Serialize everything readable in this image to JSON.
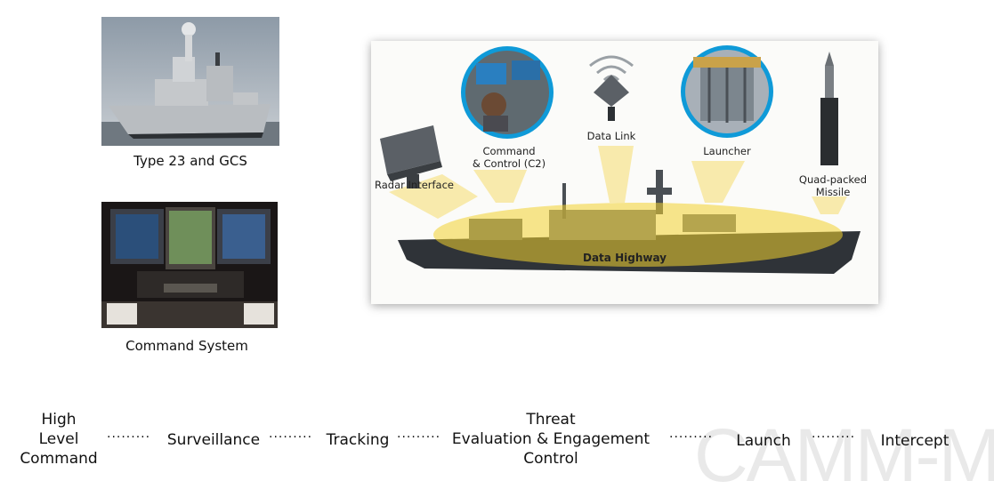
{
  "photos": {
    "ship_caption": "Type 23 and GCS",
    "console_caption": "Command System"
  },
  "diagram": {
    "labels": {
      "radar": "Radar Interface",
      "c2_line1": "Command",
      "c2_line2": "& Control (C2)",
      "datalink": "Data Link",
      "launcher": "Launcher",
      "missile_line1": "Quad-packed",
      "missile_line2": "Missile",
      "highway": "Data Highway"
    }
  },
  "flow": {
    "steps": [
      {
        "line1": "High",
        "line2": "Level",
        "line3": "Command"
      },
      {
        "line1": "Surveillance"
      },
      {
        "line1": "Tracking"
      },
      {
        "line1": "Threat",
        "line2": "Evaluation & Engagement",
        "line3": "Control"
      },
      {
        "line1": "Launch"
      },
      {
        "line1": "Intercept"
      }
    ],
    "connector": "·········"
  },
  "watermark": "CAMM-M"
}
